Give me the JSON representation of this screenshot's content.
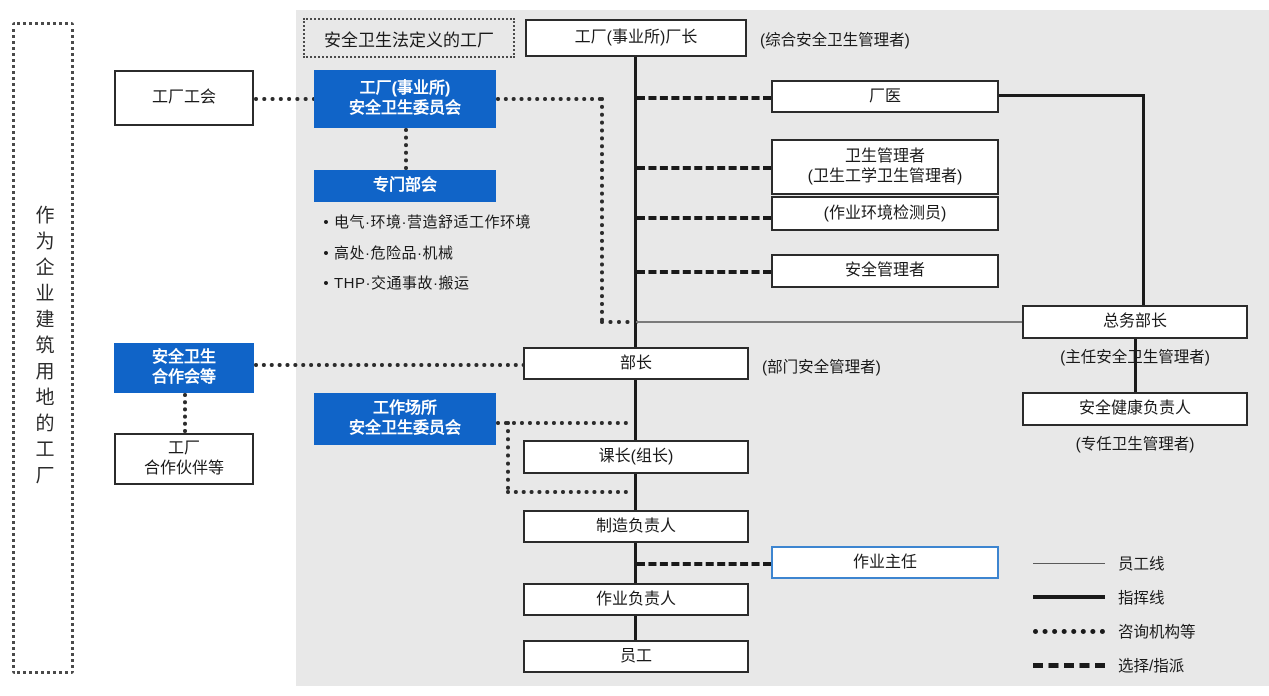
{
  "diagram": {
    "title_vertical": "作为企业建筑用地的工厂",
    "law_frame_label": "安全卫生法定义的工厂",
    "boxes": {
      "factory_union": "工厂工会",
      "factory_safety_committee": "工厂(事业所)\n安全卫生委员会",
      "special_subcommittee": "专门部会",
      "safety_cooperation": "安全卫生\n合作会等",
      "factory_partners": "工厂\n合作伙伴等",
      "workplace_committee": "工作场所\n安全卫生委员会",
      "plant_manager": "工厂(事业所)厂长",
      "department_head": "部长",
      "section_chief": "课长(组长)",
      "manufacturing_lead": "制造负责人",
      "operation_lead": "作业负责人",
      "employee": "员工",
      "factory_doctor": "厂医",
      "hygiene_manager": "卫生管理者\n(卫生工学卫生管理者)",
      "work_env_inspector": "(作业环境检测员)",
      "safety_manager": "安全管理者",
      "operation_chief": "作业主任",
      "general_affairs_head": "总务部长",
      "safety_health_officer": "安全健康负责人"
    },
    "captions": {
      "plant_manager_role": "(综合安全卫生管理者)",
      "department_head_role": "(部门安全管理者)",
      "general_affairs_role": "(主任安全卫生管理者)",
      "safety_health_officer_role": "(专任卫生管理者)"
    },
    "bullets": [
      "电气·环境·营造舒适工作环境",
      "高处·危险品·机械",
      "THP·交通事故·搬运"
    ],
    "bullet_marker": "•",
    "legend": [
      {
        "style": "thin-solid",
        "label": "员工线"
      },
      {
        "style": "thick-solid",
        "label": "指挥线"
      },
      {
        "style": "dotted",
        "label": "咨询机构等"
      },
      {
        "style": "dashed",
        "label": "选择/指派"
      }
    ],
    "colors": {
      "accent_blue": "#1064c8",
      "panel_gray": "#e8e8e8",
      "line_black": "#1a1a1a",
      "line_gray": "#7a7a7a",
      "blue_outline": "#3d85d0"
    }
  }
}
